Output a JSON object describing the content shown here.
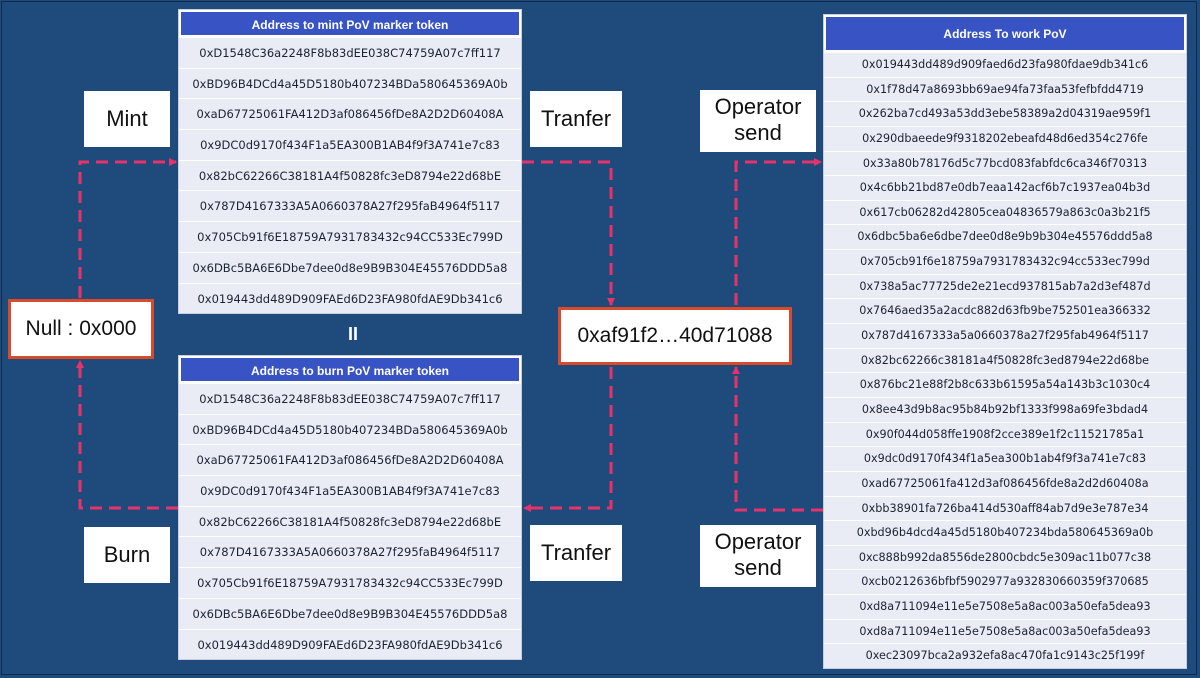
{
  "mint_table": {
    "header": "Address to mint PoV marker token",
    "rows": [
      "0xD1548C36a2248F8b83dEE038C74759A07c7ff117",
      "0xBD96B4DCd4a45D5180b407234BDa580645369A0b",
      "0xaD67725061FA412D3af086456fDe8A2D2D60408A",
      "0x9DC0d9170f434F1a5EA300B1AB4f9f3A741e7c83",
      "0x82bC62266C38181A4f50828fc3eD8794e22d68bE",
      "0x787D4167333A5A0660378A27f295faB4964f5117",
      "0x705Cb91f6E18759A7931783432c94CC533Ec799D",
      "0x6DBc5BA6E6Dbe7dee0d8e9B9B304E45576DDD5a8",
      "0x019443dd489D909FAEd6D23FA980fdAE9Db341c6"
    ]
  },
  "burn_table": {
    "header": "Address to burn PoV marker token",
    "rows": [
      "0xD1548C36a2248F8b83dEE038C74759A07c7ff117",
      "0xBD96B4DCd4a45D5180b407234BDa580645369A0b",
      "0xaD67725061FA412D3af086456fDe8A2D2D60408A",
      "0x9DC0d9170f434F1a5EA300B1AB4f9f3A741e7c83",
      "0x82bC62266C38181A4f50828fc3eD8794e22d68bE",
      "0x787D4167333A5A0660378A27f295faB4964f5117",
      "0x705Cb91f6E18759A7931783432c94CC533Ec799D",
      "0x6DBc5BA6E6Dbe7dee0d8e9B9B304E45576DDD5a8",
      "0x019443dd489D909FAEd6D23FA980fdAE9Db341c6"
    ]
  },
  "work_table": {
    "header": "Address To work PoV",
    "rows": [
      "0x019443dd489d909faed6d23fa980fdae9db341c6",
      "0x1f78d47a8693bb69ae94fa73faa53fefbfdd4719",
      "0x262ba7cd493a53dd3ebe58389a2d04319ae959f1",
      "0x290dbaeede9f9318202ebeafd48d6ed354c276fe",
      "0x33a80b78176d5c77bcd083fabfdc6ca346f70313",
      "0x4c6bb21bd87e0db7eaa142acf6b7c1937ea04b3d",
      "0x617cb06282d42805cea04836579a863c0a3b21f5",
      "0x6dbc5ba6e6dbe7dee0d8e9b9b304e45576ddd5a8",
      "0x705cb91f6e18759a7931783432c94cc533ec799d",
      "0x738a5ac77725de2e21ecd937815ab7a2d3ef487d",
      "0x7646aed35a2acdc882d63fb9be752501ea366332",
      "0x787d4167333a5a0660378a27f295fab4964f5117",
      "0x82bc62266c38181a4f50828fc3ed8794e22d68be",
      "0x876bc21e88f2b8c633b61595a54a143b3c1030c4",
      "0x8ee43d9b8ac95b84b92bf1333f998a69fe3bdad4",
      "0x90f044d058ffe1908f2cce389e1f2c11521785a1",
      "0x9dc0d9170f434f1a5ea300b1ab4f9f3a741e7c83",
      "0xad67725061fa412d3af086456fde8a2d2d60408a",
      "0xbb38901fa726ba414d530aff84ab7d9e3e787e34",
      "0xbd96b4dcd4a45d5180b407234bda580645369a0b",
      "0xc888b992da8556de2800cbdc5e309ac11b077c38",
      "0xcb0212636bfbf5902977a932830660359f370685",
      "0xd8a711094e11e5e7508e5a8ac003a50efa5dea93",
      "0xd8a711094e11e5e7508e5a8ac003a50efa5dea93",
      "0xec23097bca2a932efa8ac470fa1c9143c25f199f"
    ]
  },
  "labels": {
    "mint": "Mint",
    "burn": "Burn",
    "transfer_top": "Tranfer",
    "transfer_bottom": "Tranfer",
    "operator_top_1": "Operator",
    "operator_top_2": "send",
    "operator_bottom_1": "Operator",
    "operator_bottom_2": "send",
    "null_address": "Null : 0x000",
    "central_address": "0xaf91f2…40d71088",
    "equals_sign": "II"
  },
  "colors": {
    "background": "#1f4a7c",
    "table_header": "#3854c4",
    "table_body": "#e9ecf4",
    "arrow": "#e8336a",
    "highlight_border": "#d84a2a"
  }
}
